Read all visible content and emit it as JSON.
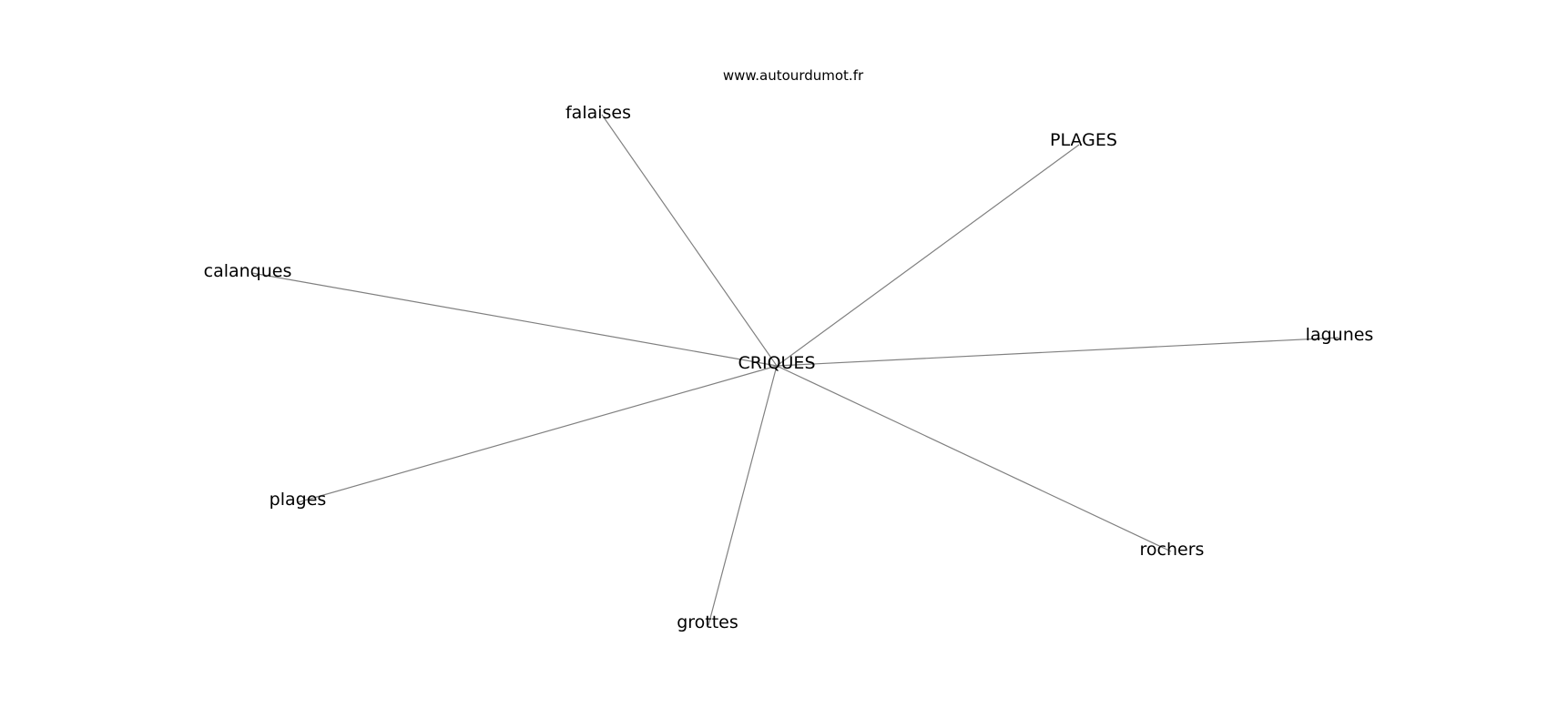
{
  "header": {
    "site": "www.autourdumot.fr"
  },
  "graph": {
    "center": "CRIQUES",
    "neighbors": [
      "falaises",
      "PLAGES",
      "calanques",
      "lagunes",
      "plages",
      "rochers",
      "grottes"
    ]
  },
  "colors": {
    "edge": "#808080",
    "text": "#000000",
    "background": "#ffffff"
  }
}
